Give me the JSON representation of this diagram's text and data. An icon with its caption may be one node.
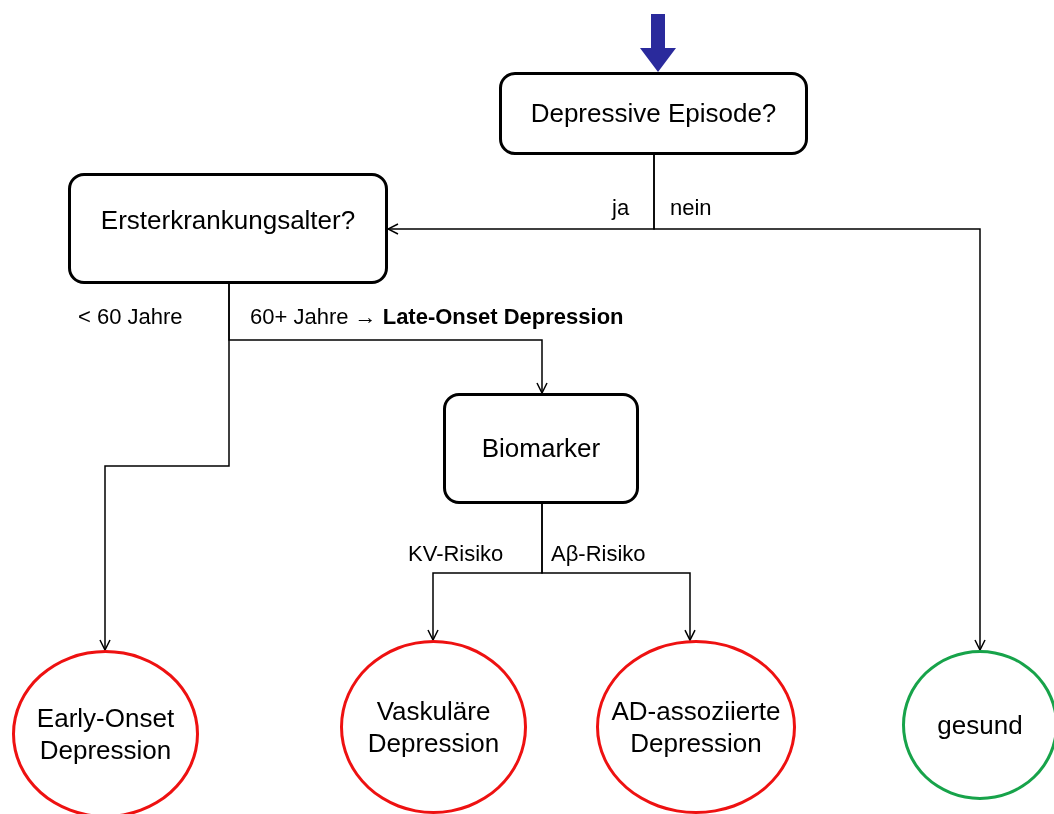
{
  "diagram": {
    "nodes": [
      {
        "text": [
          "Depressive Episode?"
        ]
      },
      {
        "text": [
          "Ersterkrankungsalter?"
        ]
      },
      {
        "text": [
          "Biomarker"
        ]
      },
      {
        "text": [
          "Early-Onset Depression"
        ]
      },
      {
        "text": [
          "Vaskuläre Depression"
        ]
      },
      {
        "text": [
          "AD-assoziierte Depression"
        ]
      },
      {
        "text": [
          "gesund"
        ]
      }
    ],
    "edges": [
      {
        "from": null,
        "to": 0,
        "arrow": "to",
        "style": "thick",
        "color": "#2a2a9c"
      },
      {
        "from": 0,
        "to": 1,
        "arrow": "to",
        "label": "ja"
      },
      {
        "from": 0,
        "to": 6,
        "arrow": "to",
        "label": "nein"
      },
      {
        "from": 1,
        "to": 3,
        "arrow": "to",
        "label": "< 60 Jahre"
      },
      {
        "from": 1,
        "to": 2,
        "arrow": "to",
        "label": "60+ Jahre **→ Late-Onset Depression**"
      },
      {
        "from": 2,
        "to": 4,
        "arrow": "to",
        "label": "KV-Risiko"
      },
      {
        "from": 2,
        "to": 5,
        "arrow": "to",
        "label": "Aβ-Risiko"
      }
    ]
  }
}
